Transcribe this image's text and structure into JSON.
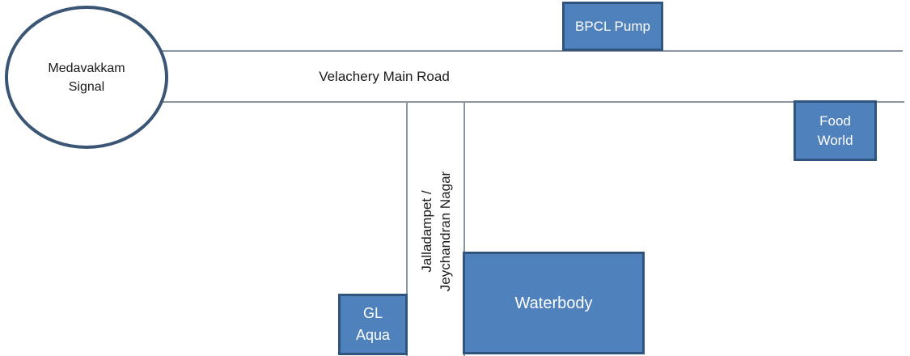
{
  "map": {
    "signal": {
      "line1": "Medavakkam",
      "line2": "Signal"
    },
    "main_road": {
      "label": "Velachery Main Road"
    },
    "cross_road": {
      "line1": "Jalladampet /",
      "line2": "Jeychandran Nagar"
    },
    "landmarks": {
      "bpcl": {
        "label": "BPCL Pump"
      },
      "food_world": {
        "line1": "Food",
        "line2": "World"
      },
      "gl_aqua": {
        "line1": "GL",
        "line2": "Aqua"
      },
      "waterbody": {
        "label": "Waterbody"
      }
    },
    "colors": {
      "landmark_fill": "#4F81BD",
      "landmark_border": "#31547E",
      "road_line": "#8A95A0",
      "signal_border": "#3A5674",
      "landmark_text": "#FFFFFF",
      "label_text": "#1A1A1A"
    }
  }
}
